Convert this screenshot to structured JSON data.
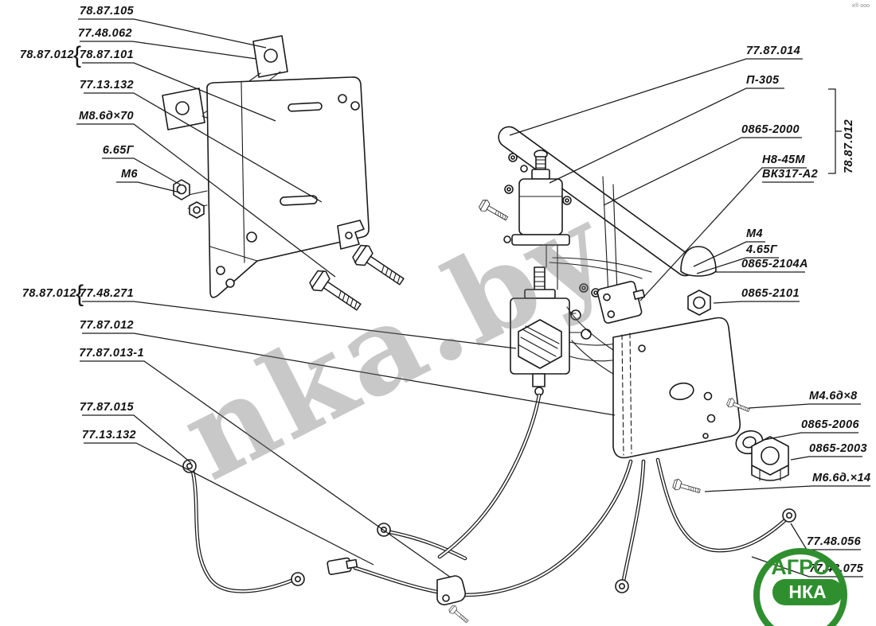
{
  "meta": {
    "watermark": "nka.by",
    "corner_note": "х® ооо",
    "logo": {
      "top": "АГРО",
      "bottom": "НКА"
    },
    "colors": {
      "ink": "#1a1a1a",
      "brand_green": "#2f8f2f",
      "watermark_gray": "#6e6e6e"
    }
  },
  "callouts": {
    "left": [
      {
        "text": "78.87.105"
      },
      {
        "text": "77.48.062"
      },
      {
        "prefix": "78.87.012",
        "brace": "{",
        "text": "78.87.101"
      },
      {
        "text": "77.13.132"
      },
      {
        "text": "М8.6д×70"
      },
      {
        "text": "6.65Г"
      },
      {
        "text": "М6"
      },
      {
        "prefix": "78.87.012",
        "brace": "{",
        "text": "77.48.271"
      },
      {
        "text": "77.87.012"
      },
      {
        "text": "77.87.013-1"
      },
      {
        "text": "77.87.015"
      },
      {
        "text": "77.13.132"
      }
    ],
    "right": [
      {
        "text": "77.87.014"
      },
      {
        "text": "П-305"
      },
      {
        "text": "0865-2000"
      },
      {
        "text": "Н8-45М"
      },
      {
        "text": "ВК317-А2"
      },
      {
        "text": "78.87.012"
      },
      {
        "text": "М4"
      },
      {
        "text": "4.65Г"
      },
      {
        "text": "0865-2104А"
      },
      {
        "text": "0865-2101"
      },
      {
        "text": "М4.6д×8"
      },
      {
        "text": "0865-2006"
      },
      {
        "text": "0865-2003"
      },
      {
        "text": "М6.6д.×14"
      },
      {
        "text": "77.48.056"
      },
      {
        "text": "77.48.075"
      }
    ]
  }
}
